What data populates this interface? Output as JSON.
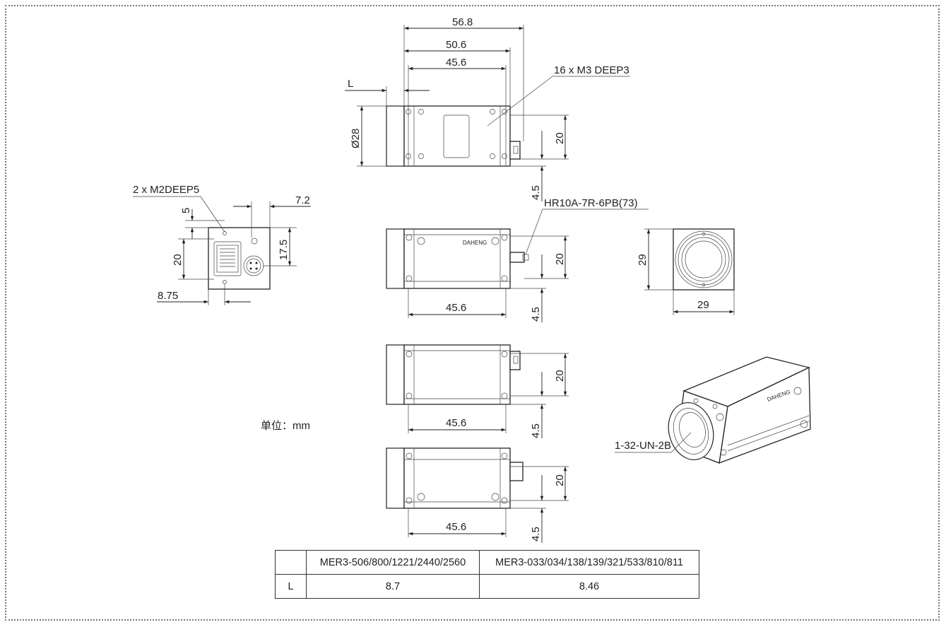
{
  "dimensions": {
    "top_view": {
      "width_overall": "56.8",
      "width_mid": "50.6",
      "width_inner": "45.6",
      "lens_length": "L",
      "diameter": "Ø28",
      "height": "20",
      "offset": "4.5",
      "screw_note": "16 x  M3 DEEP3"
    },
    "rear_view": {
      "screw_note": "2 x  M2DEEP5",
      "dim_5": "5",
      "dim_7_2": "7.2",
      "dim_17_5": "17.5",
      "dim_20": "20",
      "dim_8_75": "8.75"
    },
    "side_view_1": {
      "connector": "HR10A-7R-6PB(73)",
      "height": "20",
      "length": "45.6",
      "offset": "4.5"
    },
    "front_view": {
      "height": "29",
      "width": "29"
    },
    "side_view_2": {
      "height": "20",
      "length": "45.6",
      "offset": "4.5"
    },
    "side_view_3": {
      "height": "20",
      "length": "45.6",
      "offset": "4.5"
    },
    "iso_view": {
      "thread": "1-32-UN-2B"
    }
  },
  "unit_label": "单位：mm",
  "table": {
    "header_blank": "",
    "col1": "MER3-506/800/1221/2440/2560",
    "col2": "MER3-033/034/138/139/321/533/810/811",
    "row_label": "L",
    "val1": "8.7",
    "val2": "8.46"
  }
}
